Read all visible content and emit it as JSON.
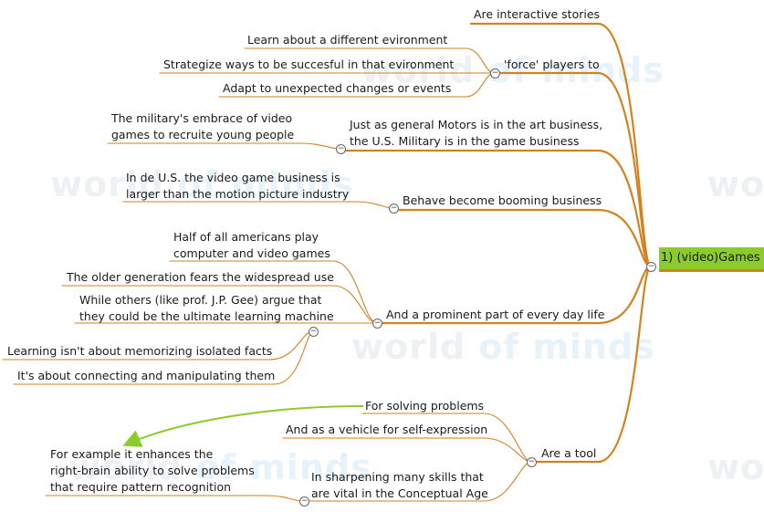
{
  "watermark": {
    "text_a": "world ",
    "text_b": "of minds"
  },
  "colors": {
    "branch": "#d2821e",
    "root_bg": "#8ccc2a",
    "arrow": "#8ccc2a"
  },
  "mindmap": {
    "root": "1) (video)Games",
    "toggle_symbol": "−",
    "branches": {
      "interactive": "Are interactive stories",
      "force": "'force' players to",
      "force_children": [
        "Learn about a different evironment",
        "Strategize ways to be succesful in that evironment",
        "Adapt to unexpected changes or events"
      ],
      "military": "Just as general Motors is in the art business,\nthe U.S. Military is in the game business",
      "military_child": "The military's embrace of video\ngames to recruite young people",
      "business": "Behave become booming business",
      "business_child": "In de U.S. the video game business is\nlarger than the motion picture industry",
      "everyday": "And a prominent part of every day life",
      "everyday_children": [
        "Half of all americans play\ncomputer and video games",
        "The older generation fears the widespread use",
        "While others (like prof.  J.P. Gee) argue that\nthey could be the ultimate learning machine"
      ],
      "gee_children": [
        "Learning isn't about memorizing isolated facts",
        "It's about connecting and manipulating them"
      ],
      "tool": "Are a tool",
      "tool_children": [
        "For solving problems",
        "And as a vehicle for self-expression",
        "In sharpening many skills that\nare vital in the Conceptual Age"
      ],
      "conceptual_child": "For example it enhances the\nright-brain ability to solve problems\nthat require pattern recognition"
    }
  }
}
